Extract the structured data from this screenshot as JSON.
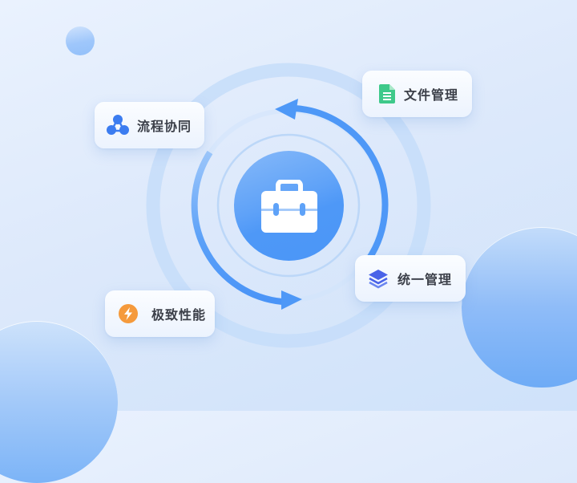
{
  "diagram": {
    "center": {
      "icon": "briefcase-icon",
      "color": "#4e98f7"
    },
    "cycle_direction": "clockwise",
    "features": [
      {
        "id": "flow",
        "label": "流程协同",
        "icon": "workflow-nodes-icon",
        "icon_color": "#3b7cf0"
      },
      {
        "id": "files",
        "label": "文件管理",
        "icon": "document-icon",
        "icon_color": "#3ec98a"
      },
      {
        "id": "unified",
        "label": "统一管理",
        "icon": "layers-icon",
        "icon_color": "#4a63e8"
      },
      {
        "id": "perf",
        "label": "极致性能",
        "icon": "lightning-icon",
        "icon_color": "#f59a3c"
      }
    ]
  },
  "colors": {
    "accent": "#4e98f7",
    "ring_light": "#c2dbf8",
    "background": "#e3edfc"
  }
}
